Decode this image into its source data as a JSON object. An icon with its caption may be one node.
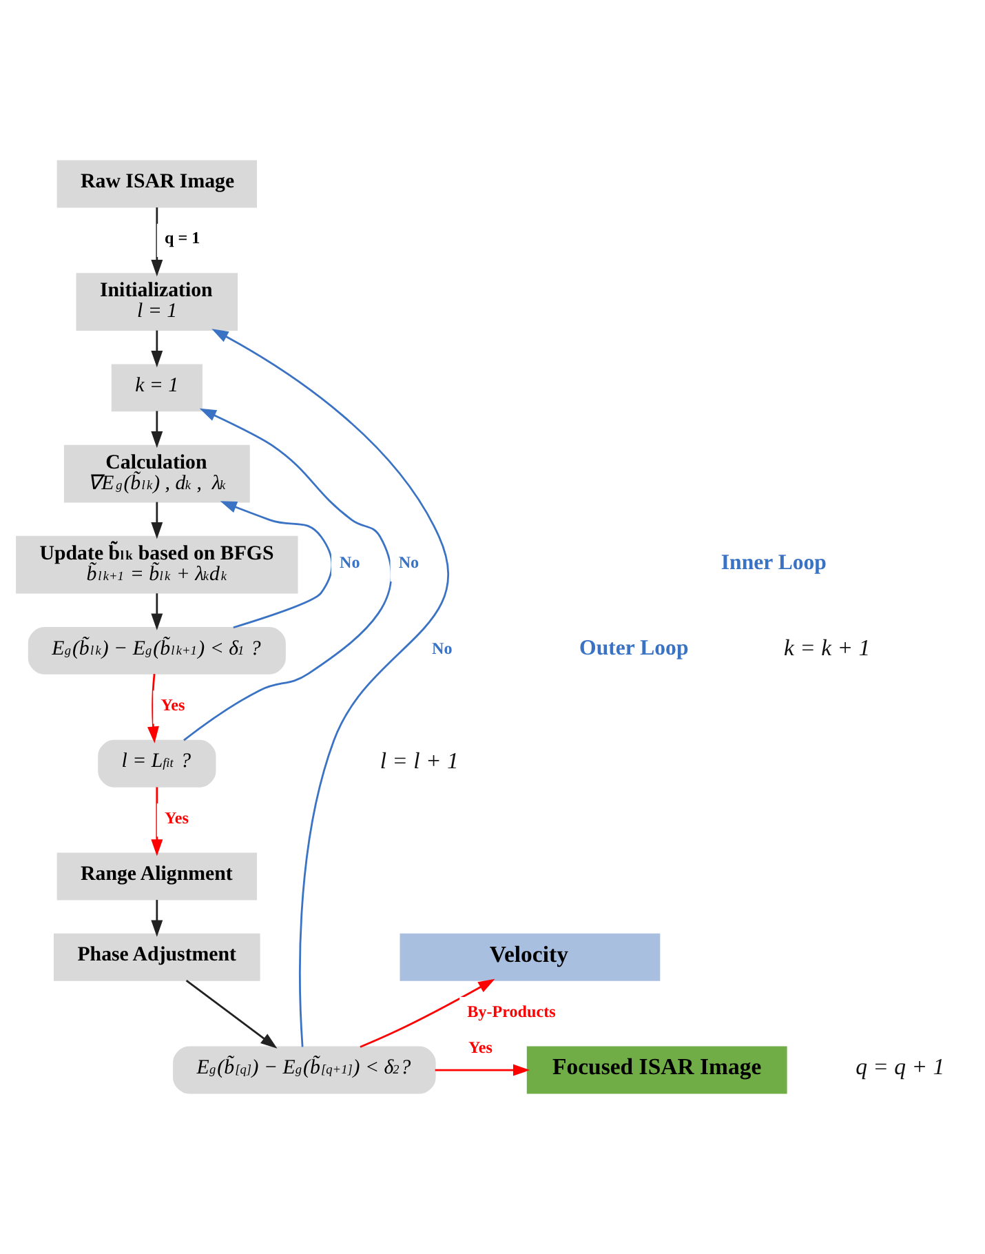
{
  "diagram": {
    "nodes": [
      {
        "text": [
          "Raw ISAR Image"
        ]
      },
      {
        "text": [
          "Initialization",
          "l = 1"
        ]
      },
      {
        "text": [
          "k = 1"
        ]
      },
      {
        "text": [
          "Calculation",
          "∇E$_{g}$(b̃$_{l}$$^{k}$) , d$^{k}$ ,  λ$^{k}$"
        ]
      },
      {
        "text": [
          "Update b̃$_{l}$$^{k}$ based on BFGS",
          "b̃$_{l}$$^{k+1}$ = b̃$_{l}$$^{k}$ + λ$^{k}$d$^{k}$"
        ]
      },
      {
        "text": [
          "E$_{g}$(b̃$_{l}$$^{k}$) − E$_{g}$(b̃$_{l}$$^{k+1}$) < δ$_{1}$ ?"
        ]
      },
      {
        "text": [
          "l = L$_{fit}$ ?"
        ]
      },
      {
        "text": [
          "Range Alignment"
        ]
      },
      {
        "text": [
          "Phase Adjustment"
        ]
      },
      {
        "text": [
          "E$_{g}$(b̃$^{[q]}$) − E$_{g}$(b̃$^{[q+1]}$) < δ$_{2}$?"
        ]
      },
      {
        "text": [
          "Velocity"
        ]
      },
      {
        "text": [
          "Focused ISAR Image"
        ]
      }
    ],
    "edges": [
      {
        "from": 0,
        "to": 1,
        "arrow": "to",
        "label": "q = 1"
      },
      {
        "from": 1,
        "to": 2,
        "arrow": "to"
      },
      {
        "from": 2,
        "to": 3,
        "arrow": "to"
      },
      {
        "from": 3,
        "to": 4,
        "arrow": "to"
      },
      {
        "from": 4,
        "to": 5,
        "arrow": "to"
      },
      {
        "from": 5,
        "to": 3,
        "arrow": "to",
        "label": "No",
        "color": "#3a72c4"
      },
      {
        "from": 5,
        "to": 6,
        "arrow": "to",
        "label": "Yes",
        "color": "#ff0000"
      },
      {
        "from": 6,
        "to": 2,
        "arrow": "to",
        "label": "No",
        "color": "#3a72c4"
      },
      {
        "from": 6,
        "to": 7,
        "arrow": "to",
        "label": "Yes",
        "color": "#ff0000"
      },
      {
        "from": 7,
        "to": 8,
        "arrow": "to"
      },
      {
        "from": 8,
        "to": 9,
        "arrow": "to"
      },
      {
        "from": 9,
        "to": 1,
        "arrow": "to",
        "label": "No",
        "color": "#3a72c4"
      },
      {
        "from": 9,
        "to": 10,
        "arrow": "to",
        "label": "By-Products",
        "color": "#ff0000"
      },
      {
        "from": 9,
        "to": 11,
        "arrow": "to",
        "label": "Yes",
        "color": "#ff0000"
      }
    ],
    "labels": [
      "Inner Loop",
      "Outer Loop",
      "k = k + 1",
      "l = l + 1",
      "q = q + 1"
    ]
  }
}
